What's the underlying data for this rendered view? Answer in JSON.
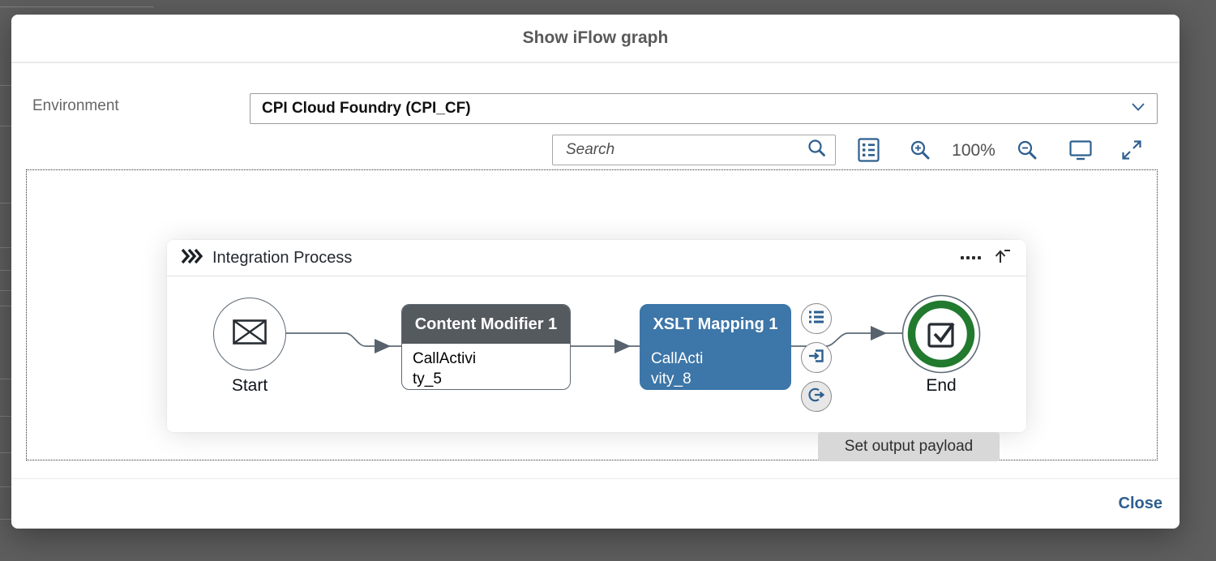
{
  "dialog": {
    "title": "Show iFlow graph",
    "close_label": "Close"
  },
  "form": {
    "environment_label": "Environment",
    "environment_value": "CPI Cloud Foundry (CPI_CF)"
  },
  "toolbar": {
    "search_placeholder": "Search",
    "zoom_level": "100%",
    "icons": [
      "search",
      "legend",
      "zoom-in",
      "zoom-out",
      "fit-to-screen",
      "fullscreen"
    ]
  },
  "process": {
    "title": "Integration Process"
  },
  "nodes": {
    "start": {
      "label": "Start",
      "type": "message-start-event"
    },
    "content_modifier": {
      "title": "Content Modifier 1",
      "line1": "CallActivi",
      "line2": "ty_5"
    },
    "xslt": {
      "title": "XSLT Mapping 1",
      "line1": "CallActi",
      "line2": "vity_8"
    },
    "end": {
      "label": "End",
      "type": "end-event"
    }
  },
  "tooltip": {
    "text": "Set output payload"
  },
  "colors": {
    "accent_blue": "#2e5f8f",
    "node_blue": "#3d76a8",
    "node_gray_header": "#555a5f",
    "end_green": "#217a2e",
    "overlay": "#5e5e5e"
  }
}
